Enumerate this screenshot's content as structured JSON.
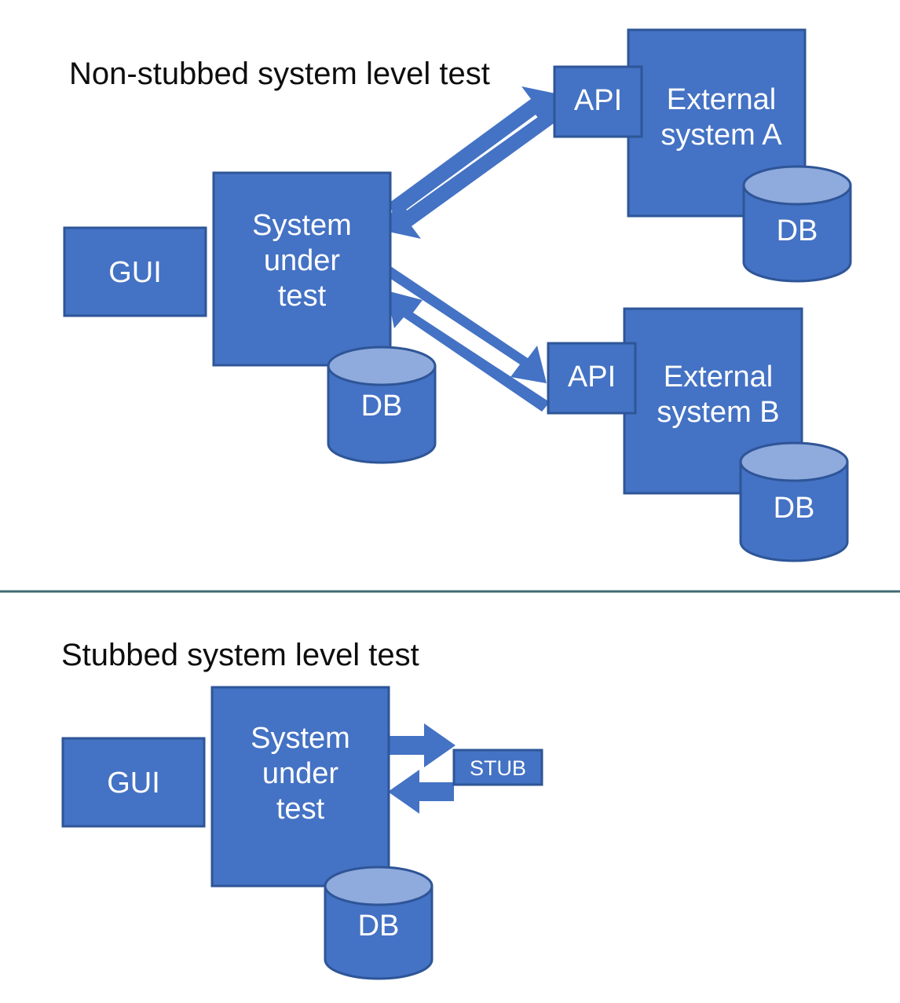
{
  "diagram": {
    "title_top": "Non-stubbed system level test",
    "title_bottom": "Stubbed system level test",
    "colors": {
      "fill": "#4472C4",
      "stroke": "#2E5597",
      "cylinder_top": "#8FAADC",
      "arrow": "#4472C4",
      "text_on_fill": "#FFFFFF",
      "title_text": "#0D0D0D",
      "divider": "#3E6A72",
      "background": "#FFFFFF"
    },
    "sections": [
      {
        "id": "non-stubbed",
        "title": "Non-stubbed system level test",
        "nodes": [
          {
            "id": "gui-top",
            "label": "GUI",
            "shape": "rect"
          },
          {
            "id": "sut-top",
            "label": "System\nunder\ntest",
            "shape": "rect"
          },
          {
            "id": "db-sut-top",
            "label": "DB",
            "shape": "cylinder"
          },
          {
            "id": "api-a",
            "label": "API",
            "shape": "rect"
          },
          {
            "id": "ext-a",
            "label": "External\nsystem A",
            "shape": "rect"
          },
          {
            "id": "db-a",
            "label": "DB",
            "shape": "cylinder"
          },
          {
            "id": "api-b",
            "label": "API",
            "shape": "rect"
          },
          {
            "id": "ext-b",
            "label": "External\nsystem B",
            "shape": "rect"
          },
          {
            "id": "db-b",
            "label": "DB",
            "shape": "cylinder"
          }
        ],
        "connections": [
          {
            "from": "sut-top",
            "to": "api-a",
            "direction": "to"
          },
          {
            "from": "api-a",
            "to": "sut-top",
            "direction": "to"
          },
          {
            "from": "sut-top",
            "to": "api-b",
            "direction": "to"
          },
          {
            "from": "api-b",
            "to": "sut-top",
            "direction": "to"
          }
        ]
      },
      {
        "id": "stubbed",
        "title": "Stubbed system level test",
        "nodes": [
          {
            "id": "gui-bottom",
            "label": "GUI",
            "shape": "rect"
          },
          {
            "id": "sut-bottom",
            "label": "System\nunder\ntest",
            "shape": "rect"
          },
          {
            "id": "db-sut-bottom",
            "label": "DB",
            "shape": "cylinder"
          },
          {
            "id": "stub",
            "label": "STUB",
            "shape": "rect"
          }
        ],
        "connections": [
          {
            "from": "sut-bottom",
            "to": "stub",
            "direction": "to"
          },
          {
            "from": "stub",
            "to": "sut-bottom",
            "direction": "to"
          }
        ]
      }
    ]
  },
  "labels": {
    "gui_top": "GUI",
    "sut_top": "System\nunder\ntest",
    "db_sut_top": "DB",
    "api_a": "API",
    "ext_a": "External\nsystem A",
    "db_a": "DB",
    "api_b": "API",
    "ext_b": "External\nsystem B",
    "db_b": "DB",
    "gui_bottom": "GUI",
    "sut_bottom": "System\nunder\ntest",
    "db_sut_bottom": "DB",
    "stub": "STUB"
  }
}
